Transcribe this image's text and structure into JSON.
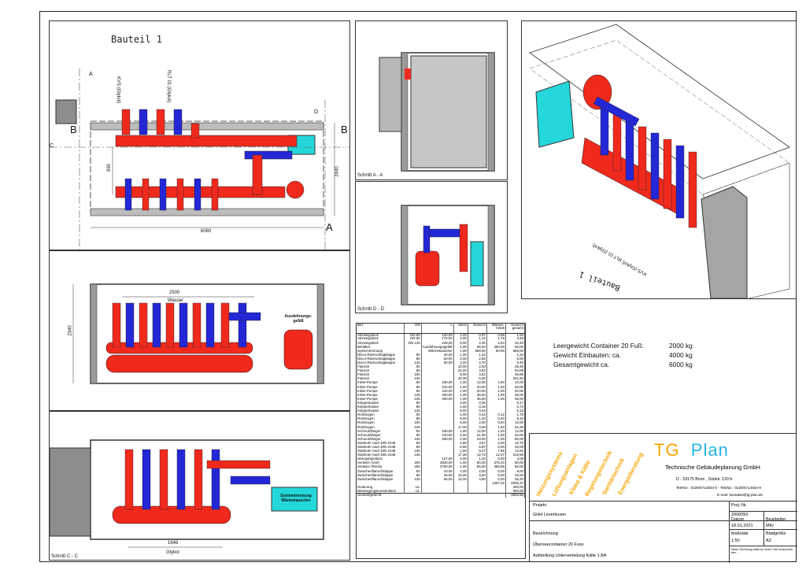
{
  "views": {
    "plan_title": "Bauteil 1",
    "plan_labels": {
      "kvs": "KVS",
      "kvs_sub": "(Glykol)",
      "rlt": "RLT 01",
      "rlt_sub": "(Glykol)",
      "dim_990": "990",
      "dim_2440": "2440",
      "dim_6060": "6060",
      "mark_a": "A",
      "mark_b": "B",
      "mark_c": "C",
      "mark_d": "D"
    },
    "section_aa": "Schnitt A - A",
    "section_dd": "Schnitt D - D",
    "section_cc": "Schnitt C - C",
    "front_labels": {
      "dim_2500": "2500",
      "wasser": "Wasser",
      "dim_2340": "2340",
      "ausdehnungsgefaess": "Ausdehnungs-gefäß"
    },
    "back_labels": {
      "systemtrennung": "Systemtrennung Wärmetauscher",
      "dim_1646": "1646",
      "glykol": "Glykol"
    },
    "iso_labels": {
      "bauteil": "Bauteil 1",
      "rlt": "RLT 01",
      "kvs": "KVS",
      "glykol": "(Glykol)"
    }
  },
  "parts_table": {
    "headers": [
      "Bez",
      "DN",
      "L",
      "Stück",
      "Gewicht",
      "Wasser-Inhalt",
      "Gewicht gesamt"
    ],
    "rows": [
      [
        "Abzweigstück",
        "DN 50",
        "120,00",
        "2,00",
        "0,97",
        "0,69",
        "1,94"
      ],
      [
        "Abzweigstück",
        "DN 80",
        "172,00",
        "4,00",
        "1,12",
        "1,78",
        "4,48"
      ],
      [
        "Abzweigstück",
        "DN 125",
        "248,00",
        "8,00",
        "4,30",
        "2,54",
        "34,40"
      ],
      [
        "Behälter",
        "",
        "Ausdehnungsgefäß",
        "1,00",
        "65,00",
        "400,00",
        "65,00"
      ],
      [
        "Systemtrennung",
        "",
        "Wärmetauscher",
        "1,00",
        "668,00",
        "50,00",
        "668,00"
      ],
      [
        "Disco-Rückschlagklappe",
        "50",
        "40,00",
        "1,00",
        "1,32",
        "",
        "1,32"
      ],
      [
        "Disco-Rückschlagklappe",
        "80",
        "50,00",
        "2,00",
        "2,50",
        "",
        "5,00"
      ],
      [
        "Disco-Rückschlagklappe",
        "125",
        "90,00",
        "2,00",
        "4,70",
        "",
        "9,40"
      ],
      [
        "Flansch",
        "50",
        "",
        "10,00",
        "2,53",
        "",
        "25,30"
      ],
      [
        "Flansch",
        "80",
        "",
        "24,00",
        "3,92",
        "",
        "94,08"
      ],
      [
        "Flansch",
        "100",
        "",
        "8,00",
        "4,62",
        "",
        "36,96"
      ],
      [
        "Flansch",
        "125",
        "",
        "32,00",
        "6,30",
        "",
        "201,60"
      ],
      [
        "Inline-Pumpe",
        "50",
        "230,00",
        "1,00",
        "12,00",
        "1,00",
        "12,00"
      ],
      [
        "Inline-Pumpe",
        "80",
        "310,00",
        "1,00",
        "20,00",
        "1,00",
        "20,00"
      ],
      [
        "Inline-Pumpe",
        "80",
        "310,00",
        "1,00",
        "20,00",
        "1,00",
        "20,00"
      ],
      [
        "Inline-Pumpe",
        "125",
        "400,00",
        "1,00",
        "35,00",
        "1,00",
        "35,00"
      ],
      [
        "Inline-Pumpe",
        "125",
        "400,00",
        "1,00",
        "35,00",
        "1,00",
        "35,00"
      ],
      [
        "Klöpperboden",
        "50",
        "",
        "3,00",
        "0,06",
        "",
        "0,17"
      ],
      [
        "Klöpperboden",
        "80",
        "",
        "4,00",
        "0,18",
        "",
        "0,72"
      ],
      [
        "Klöpperboden",
        "125",
        "",
        "8,00",
        "0,64",
        "",
        "5,12"
      ],
      [
        "Rohrbogen",
        "50",
        "",
        "4,00",
        "0,44",
        "0,12",
        "1,76"
      ],
      [
        "Rohrbogen",
        "80",
        "",
        "8,00",
        "1,02",
        "0,40",
        "8,16"
      ],
      [
        "Rohrbogen",
        "100",
        "",
        "6,00",
        "2,00",
        "0,84",
        "12,00"
      ],
      [
        "Rohrbogen",
        "125",
        "",
        "17,00",
        "3,08",
        "1,60",
        "52,36"
      ],
      [
        "Schmutzfänger",
        "50",
        "230,00",
        "1,00",
        "12,00",
        "1,00",
        "12,00"
      ],
      [
        "Schmutzfänger",
        "80",
        "310,00",
        "2,00",
        "21,00",
        "1,00",
        "42,00"
      ],
      [
        "Schmutzfänger",
        "125",
        "400,00",
        "2,00",
        "43,00",
        "1,00",
        "86,00"
      ],
      [
        "Stahlrohr nach DIN 2448",
        "50",
        "",
        "4,80",
        "3,87",
        "2,90",
        "15,70"
      ],
      [
        "Stahlrohr nach DIN 2448",
        "80",
        "",
        "6,55",
        "5,87",
        "5,00",
        "33,09"
      ],
      [
        "Stahlrohr nach DIN 2448",
        "100",
        "",
        "1,50",
        "9,27",
        "7,98",
        "13,91"
      ],
      [
        "Stahlrohr nach DIN 2448",
        "125",
        "",
        "17,25",
        "12,73",
        "12,27",
        "219,59"
      ],
      [
        "Übergangsstück",
        "",
        "127,00",
        "4,00",
        "1,02",
        "0,00",
        "4,08"
      ],
      [
        "Verteiler (Vorl)",
        "200",
        "2500,00",
        "1,00",
        "80,00",
        "375,10",
        "80,00"
      ],
      [
        "Verteiler (Rückl)",
        "250",
        "3750,00",
        "1,00",
        "85,00",
        "465,85",
        "85,00"
      ],
      [
        "Zwischenflanschklappe",
        "50",
        "43,00",
        "4,00",
        "2,00",
        "0,00",
        "8,00"
      ],
      [
        "Zwischenflanschklappe",
        "80",
        "46,00",
        "10,00",
        "3,20",
        "0,00",
        "32,00"
      ],
      [
        "Zwischenflanschklappe",
        "125",
        "56,00",
        "12,00",
        "4,60",
        "0,00",
        "55,20"
      ],
      [
        "",
        "",
        "",
        "",
        "",
        "1307,02",
        "2006,37"
      ],
      [
        "Isolierung",
        "ca.",
        "",
        "",
        "",
        "",
        "200,00"
      ],
      [
        "Befestigungskonstruktion",
        "ca.",
        "",
        "",
        "",
        "",
        "300,00"
      ]
    ],
    "total_label": "Gesamtgewicht",
    "total_value": "3845,86"
  },
  "weights": [
    {
      "label": "Leergewicht Container 20 Fuß:",
      "value": "2000 kg"
    },
    {
      "label": "Gewicht Einbauten: ca.",
      "value": "4000 kg"
    },
    {
      "label": "Gesamtgewicht ca.",
      "value": "6000 kg"
    }
  ],
  "title_block": {
    "disciplines": [
      "Heizungssysteme",
      "Lüftungsanlagen",
      "Klima & Kälte",
      "Regelungstechnik",
      "Sanitärtechnik",
      "Energieberatung"
    ],
    "brand_a": "TG",
    "brand_b": "Plan",
    "company": "Technische Gebäudeplanung GmbH",
    "address": "D - 53175 Bonn , Südstr. 129 b",
    "phone": "Telefon : 0228/6714934-0 - Telefax : 0228/6714934-9",
    "email": "E-mail: kontakte@tg-plan.de",
    "projekt_label": "Projekt",
    "projekt_value": "GHH Leverkusen",
    "proj_nr_label": "Proj.-Nr.",
    "proj_nr_value": "2000050",
    "datum_label": "Datum",
    "datum_value": "18.01.2021",
    "bearbeiter_label": "Bearbeiter",
    "bearbeiter_value": "MKr",
    "massstab_label": "Maßstab",
    "massstab_value": "1:50",
    "blatt_label": "Blattgröße",
    "blatt_value": "A3",
    "bezeichnung_label": "Bezeichnung",
    "bezeichnung_1": "Überseecontainer 20 Fuss",
    "bezeichnung_2": "Aufstellung Unterverteilung Kälte 1.BA",
    "notice": "Diese Zeichnung stellt nur einen CAD-Ausschnitt des ..."
  },
  "colors": {
    "supply_red": "#f0291d",
    "return_blue": "#2327d6",
    "hx_cyan": "#24d7db",
    "container_grey": "#9a9a9a",
    "brand_orange": "#f7a500",
    "brand_blue": "#22b5e3"
  }
}
